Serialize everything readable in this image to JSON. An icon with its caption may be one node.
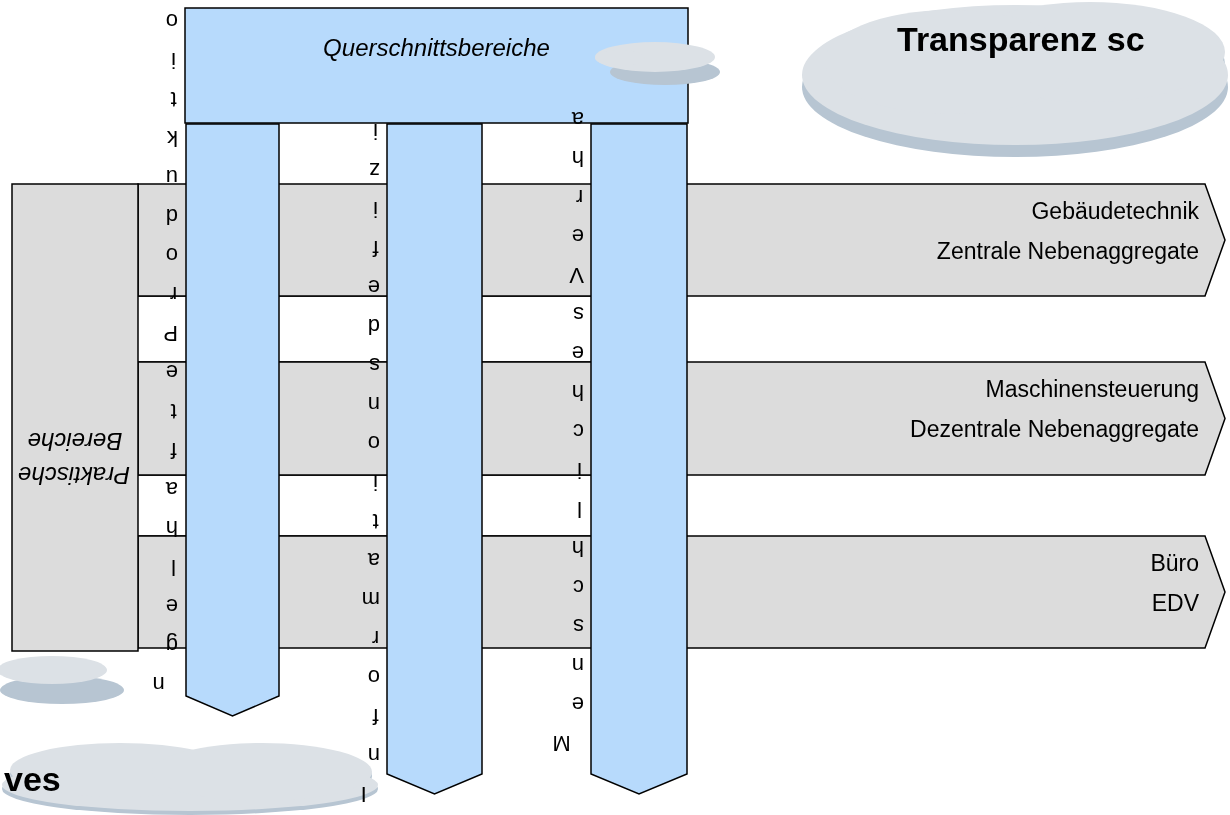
{
  "diagram": {
    "nodes": [
      {
        "text": [
          "Querschnittsbereiche"
        ]
      },
      {
        "text": [],
        "shape": "bar"
      },
      {
        "text": [],
        "shape": "bar"
      },
      {
        "text": [],
        "shape": "bar"
      },
      {
        "text": [
          "Praktische Bereiche"
        ]
      },
      {
        "text": [
          "Gebäudetechnik",
          "Zentrale Nebenaggregate"
        ]
      },
      {
        "text": [
          "Maschinensteuerung",
          "Dezentrale Nebenaggregate"
        ]
      },
      {
        "text": [
          "Büro",
          "EDV"
        ]
      },
      {
        "text": [
          "Transparenz sc"
        ]
      },
      {
        "text": [
          "ves"
        ]
      }
    ],
    "labels": [
      "ngelhafte Produktio",
      "Informationsdefizi",
      "Menschliches Verha"
    ]
  }
}
